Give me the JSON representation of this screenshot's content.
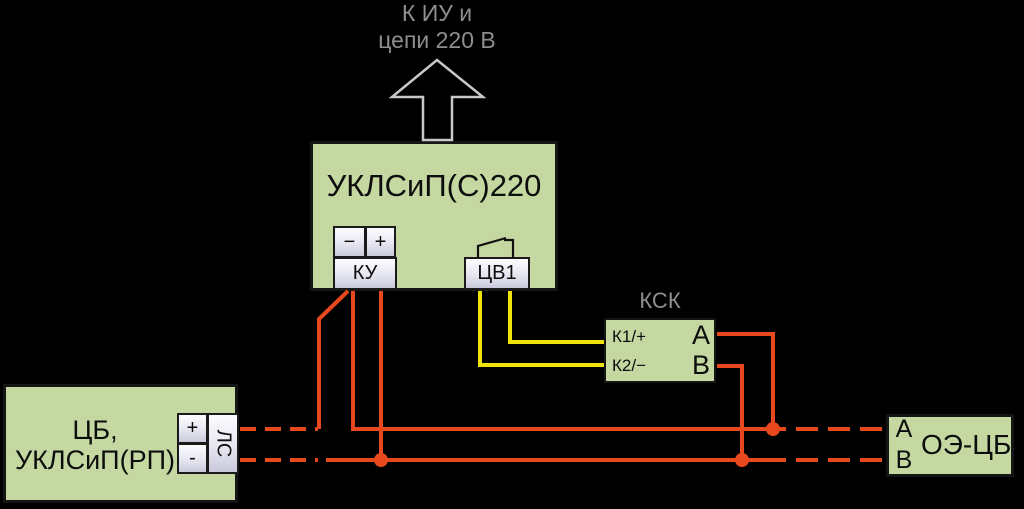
{
  "colors": {
    "background": "#000000",
    "box_green": "#c6d8a1",
    "terminal_fill": "#e6e6f1",
    "wire_red": "#e8481d",
    "wire_yellow": "#f1e20b",
    "label_gray": "#8e8e8e",
    "outline_gray": "#c8c8c8"
  },
  "top_annotation": {
    "line1": "К ИУ и",
    "line2": "цепи 220 В"
  },
  "uklsip_unit": {
    "title": "УКЛСиП(С)220",
    "ku_block": {
      "minus": "−",
      "plus": "+",
      "label": "КУ"
    },
    "cv_block": {
      "label": "ЦВ1"
    }
  },
  "ksk_unit": {
    "title": "КСК",
    "rows": [
      {
        "terminal": "К1/+",
        "channel": "А"
      },
      {
        "terminal": "К2/−",
        "channel": "В"
      }
    ]
  },
  "cb_unit": {
    "name_line1": "ЦБ,",
    "name_line2": "УКЛСиП(РП)",
    "plus": "+",
    "minus": "-",
    "ls": "ЛС"
  },
  "oe_unit": {
    "title": "ОЭ-ЦБ",
    "line_a": "А",
    "line_b": "В"
  }
}
